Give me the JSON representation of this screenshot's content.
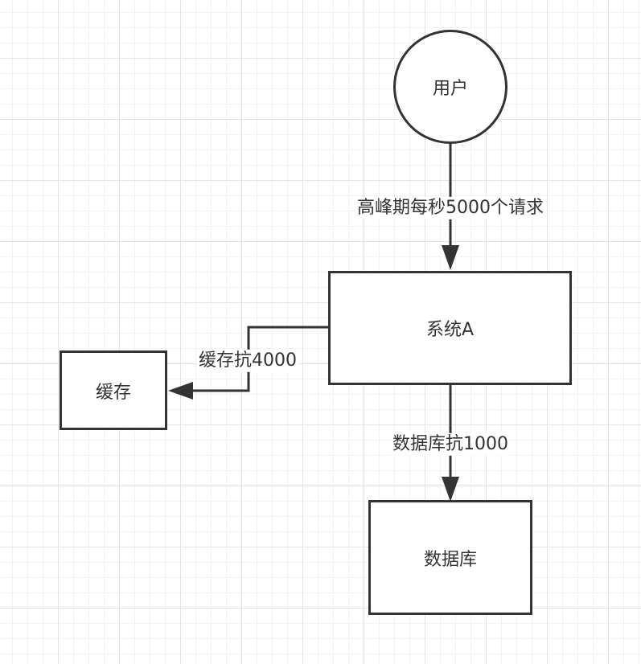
{
  "nodes": {
    "user": "用户",
    "system_a": "系统A",
    "cache": "缓存",
    "database": "数据库"
  },
  "edges": {
    "user_to_system": "高峰期每秒5000个请求",
    "system_to_cache": "缓存抗4000",
    "system_to_database": "数据库抗1000"
  },
  "colors": {
    "stroke": "#333333",
    "background": "#ffffff",
    "grid": "#e4e4e4"
  }
}
